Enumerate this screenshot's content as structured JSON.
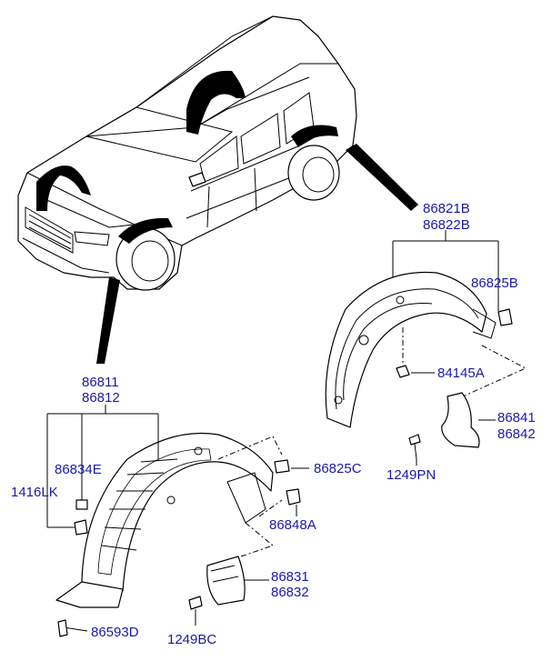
{
  "labels": {
    "p86821b": "86821B",
    "p86822b": "86822B",
    "p86825b": "86825B",
    "p84145a": "84145A",
    "p86841": "86841",
    "p86842": "86842",
    "p1249pn": "1249PN",
    "p86811": "86811",
    "p86812": "86812",
    "p86834e": "86834E",
    "p1416lk": "1416LK",
    "p86825c": "86825C",
    "p86848a": "86848A",
    "p86831": "86831",
    "p86832": "86832",
    "p1249bc": "1249BC",
    "p86593d": "86593D"
  },
  "colors": {
    "label_text": "#1a1aa6",
    "line": "#000000",
    "background": "#ffffff"
  }
}
